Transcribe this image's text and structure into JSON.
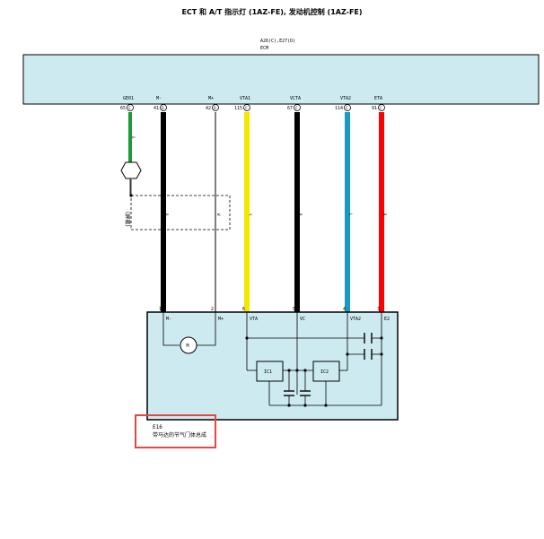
{
  "title": "ECT 和 A/T 指示灯 (1AZ-FE), 发动机控制 (1AZ-FE)",
  "ecm": {
    "connector": "A26(C),E27(D)",
    "name": "ECM",
    "pins": [
      {
        "name": "GE01",
        "number": "65",
        "conn": "C"
      },
      {
        "name": "M-",
        "number": "41",
        "conn": "D"
      },
      {
        "name": "M+",
        "number": "42",
        "conn": "D"
      },
      {
        "name": "VTA1",
        "number": "115",
        "conn": "C"
      },
      {
        "name": "VCTA",
        "number": "67",
        "conn": "C"
      },
      {
        "name": "VTA2",
        "number": "114",
        "conn": "C"
      },
      {
        "name": "ETA",
        "number": "91",
        "conn": "C"
      }
    ]
  },
  "wires": [
    {
      "code": "G",
      "color": "#1a9a3a"
    },
    {
      "code": "B",
      "color": "#000000"
    },
    {
      "code": "W",
      "color": "#ffffff"
    },
    {
      "code": "Y",
      "color": "#f7e600"
    },
    {
      "code": "B",
      "color": "#000000"
    },
    {
      "code": "L",
      "color": "#1a9ac0"
    },
    {
      "code": "R",
      "color": "#ff0000"
    }
  ],
  "shield_label": "(屏蔽)",
  "component": {
    "pins": [
      {
        "number": "1",
        "name": "M-"
      },
      {
        "number": "2",
        "name": "M+"
      },
      {
        "number": "6",
        "name": "VTA"
      },
      {
        "number": "5",
        "name": "VC"
      },
      {
        "number": "4",
        "name": "VTA2"
      },
      {
        "number": "3",
        "name": "E2"
      }
    ],
    "motor_label": "M",
    "ic1": "IC1",
    "ic2": "IC2",
    "id": "E16",
    "desc": "带马达的节气门体总成"
  },
  "colors": {
    "box_fill": "#cdeaf0",
    "highlight": "#e84545"
  }
}
